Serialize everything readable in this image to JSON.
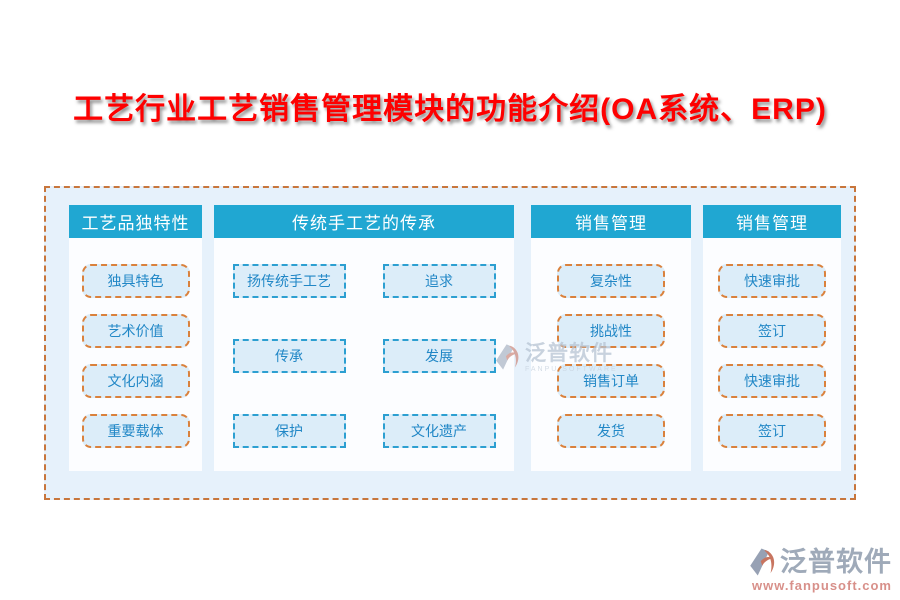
{
  "title": "工艺行业工艺销售管理模块的功能介绍(OA系统、ERP)",
  "board": {
    "columns": [
      {
        "header": "工艺品独特性",
        "items": [
          "独具特色",
          "艺术价值",
          "文化内涵",
          "重要载体"
        ]
      },
      {
        "header": "传统手工艺的传承",
        "items": [
          "扬传统手工艺",
          "追求",
          "传承",
          "发展",
          "保护",
          "文化遗产"
        ]
      },
      {
        "header": "销售管理",
        "items": [
          "复杂性",
          "挑战性",
          "销售订单",
          "发货"
        ]
      },
      {
        "header": "销售管理",
        "items": [
          "快速审批",
          "签订",
          "快速审批",
          "签订"
        ]
      }
    ]
  },
  "watermark": {
    "brand": "泛普软件",
    "sub": "FANPU SOFTWARE"
  },
  "footer": {
    "brand": "泛普软件",
    "url": "www.fanpusoft.com"
  },
  "colors": {
    "title_red": "#fe0000",
    "header_bg": "#20a7d2",
    "board_bg": "#e6f1fb",
    "board_border": "#c8763c",
    "node_fill": "#dcedf9",
    "node_border_orange": "#da813c",
    "node_border_blue": "#2c9fd1",
    "node_text": "#2187c6",
    "logo_gray": "#97a1b4",
    "logo_red": "#c4563a",
    "url_text": "#d8908a"
  }
}
